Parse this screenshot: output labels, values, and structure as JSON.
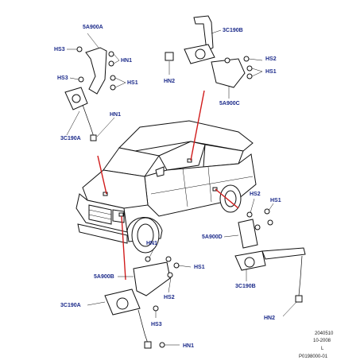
{
  "labels": {
    "tl_5a900a": "5A900A",
    "tl_hs3_top": "HS3",
    "tl_hn1": "HN1",
    "tl_hs3": "HS3",
    "tl_hs1": "HS1",
    "tl_hn1_low": "HN1",
    "tl_3c190a": "3C190A",
    "tr_3c190b": "3C190B",
    "tr_hn2": "HN2",
    "tr_hs2": "HS2",
    "tr_hs1": "HS1",
    "tr_5a900c": "5A900C",
    "rr_hs2": "HS2",
    "rr_hs1": "HS1",
    "rr_5a900d": "5A900D",
    "rr_3c190b": "3C190B",
    "rr_hn2": "HN2",
    "bl_hn1": "HN1",
    "bl_hs1": "HS1",
    "bl_5a900b": "5A900B",
    "bl_hs2": "HS2",
    "bl_3c190a": "3C190A",
    "bl_hs3": "HS3",
    "bl_hn1_bottom": "HN1"
  },
  "footer": {
    "code": "2040510",
    "date": "10-2008",
    "symbol": "L",
    "ref": "P0198000-01"
  }
}
